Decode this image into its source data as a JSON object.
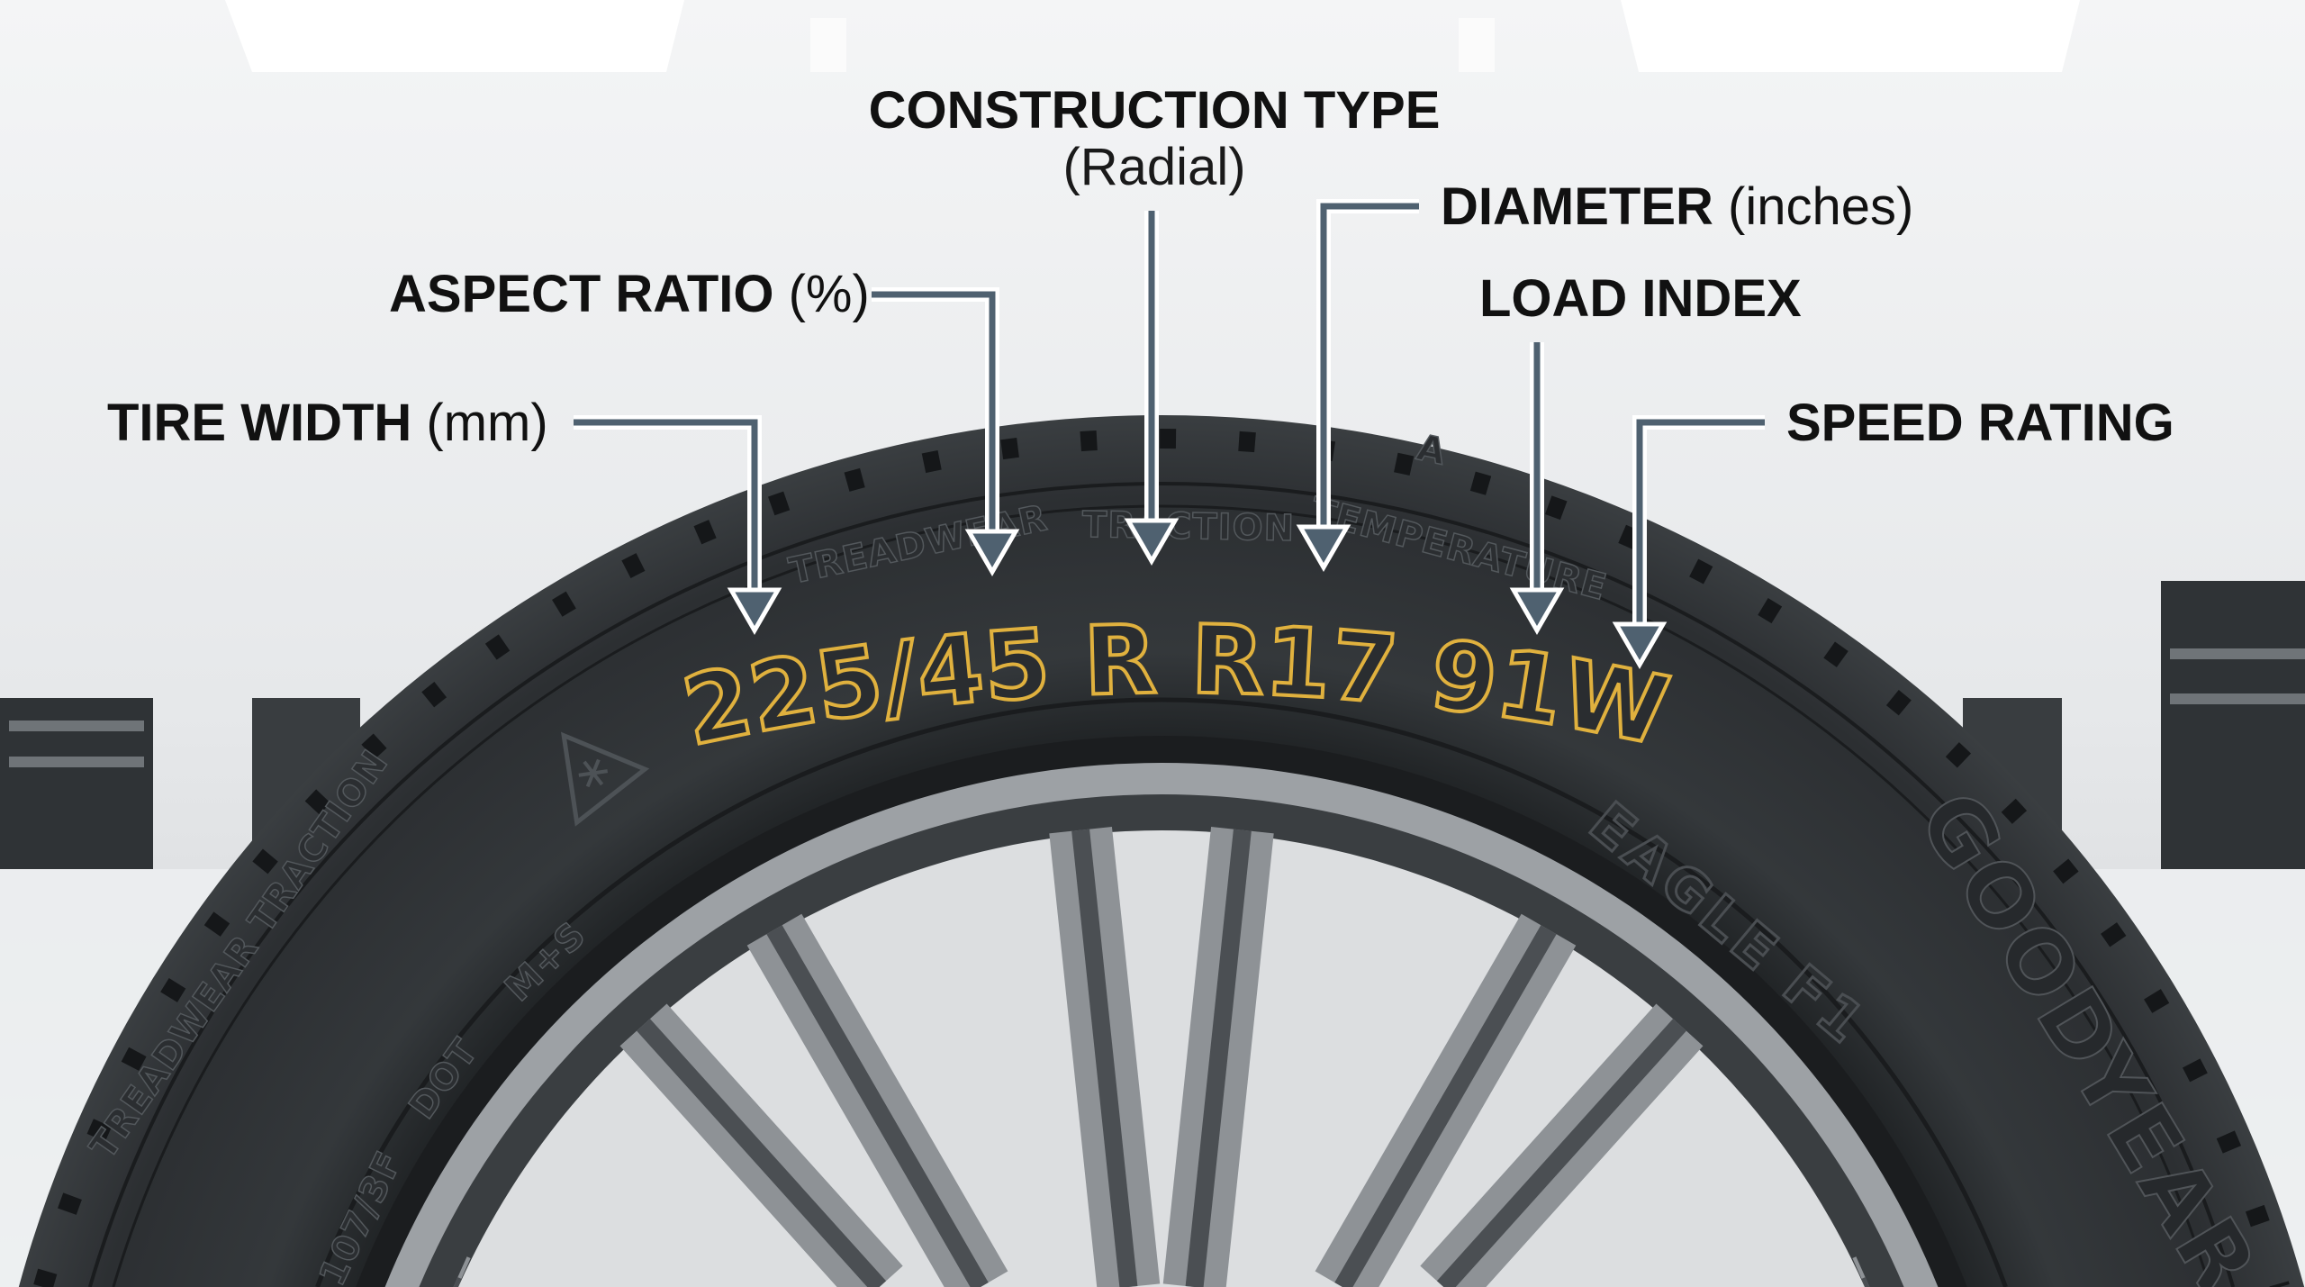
{
  "labels": {
    "construction_type": {
      "bold": "CONSTRUCTION TYPE",
      "sub": "(Radial)"
    },
    "aspect_ratio": {
      "bold": "ASPECT RATIO",
      "normal": " (%)"
    },
    "tire_width": {
      "bold": "TIRE WIDTH",
      "normal": " (mm)"
    },
    "diameter": {
      "bold": "DIAMETER",
      "normal": " (inches)"
    },
    "load_index": {
      "bold": "LOAD INDEX"
    },
    "speed_rating": {
      "bold": "SPEED RATING"
    }
  },
  "tire_marking": "225/45 R R17 91W",
  "sidewall": {
    "upper_treadwear": "TREADWEAR",
    "upper_traction": "TRACTION",
    "upper_temperature": "TEMPERATURE",
    "upper_mark": "A",
    "left_grades": "TREADWEAR  TRACTION",
    "left_dot": "DOT",
    "left_ms": "M+S",
    "left_code": "107/3F",
    "brand": "GOODYEAR",
    "model": "EAGLE F1"
  },
  "colors": {
    "marking_outline": "#e0b13e",
    "arrow": "#4f6170",
    "tire": "#2a2d30",
    "background": "#e9ebed"
  },
  "icons": [
    "arrow-down-icon",
    "snowflake-mountain-icon"
  ]
}
